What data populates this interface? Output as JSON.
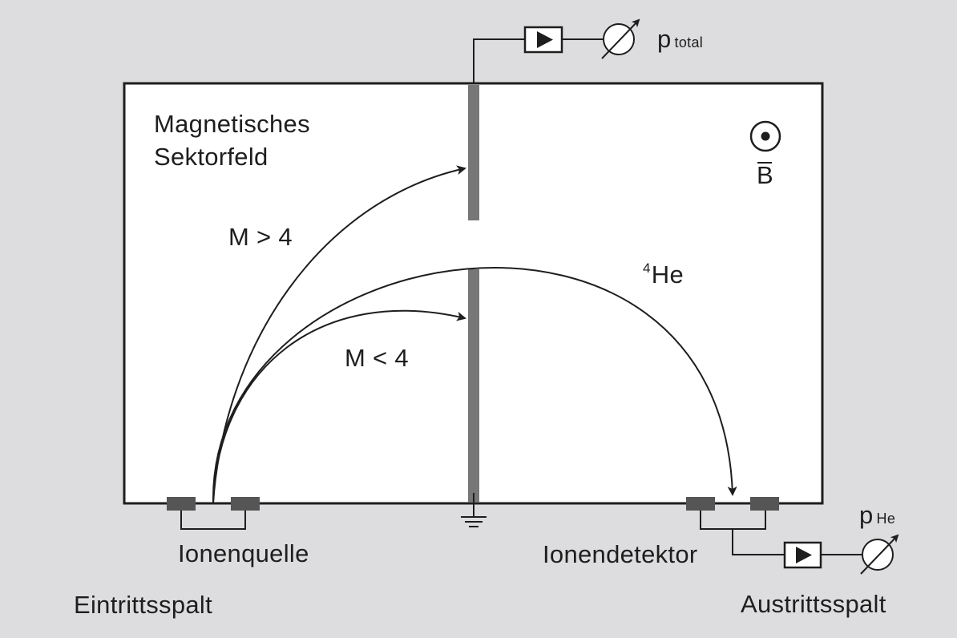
{
  "labels": {
    "title_line1": "Magnetisches",
    "title_line2": "Sektorfeld",
    "m_greater": "M > 4",
    "m_less": "M < 4",
    "he_sup": "4",
    "he_main": "He",
    "b_field": "B",
    "p_total_main": "p",
    "p_total_sub": "total",
    "p_he_main": "p",
    "p_he_sub": "He",
    "ion_source": "Ionenquelle",
    "ion_detector": "Ionendetektor",
    "entrance_slit": "Eintrittsspalt",
    "exit_slit": "Austrittsspalt"
  },
  "colors": {
    "background": "#dddddf",
    "chamber_fill": "#ffffff",
    "line": "#1e1e1e",
    "baffle": "#777777",
    "slit_block": "#555555"
  }
}
